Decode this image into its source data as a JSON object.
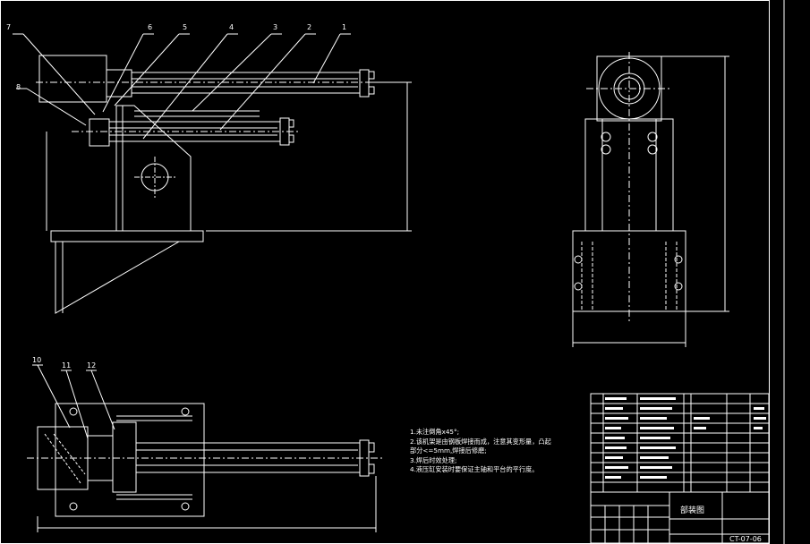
{
  "part_callouts": [
    "1",
    "2",
    "3",
    "4",
    "5",
    "6",
    "7",
    "8",
    "10",
    "11",
    "12"
  ],
  "tech_notes": {
    "items": [
      "1.未注倒角x45°;",
      "2.该机架是由钢板焊接而成，注意其变形量，凸起",
      "部分<=5mm,焊接后修磨;",
      "3.焊后时效处理;",
      "4.液压缸安装时要保证主轴和平台的平行度。"
    ]
  },
  "title_block": {
    "drawing_name": "部装图",
    "drawing_number": "CT-07-06"
  }
}
